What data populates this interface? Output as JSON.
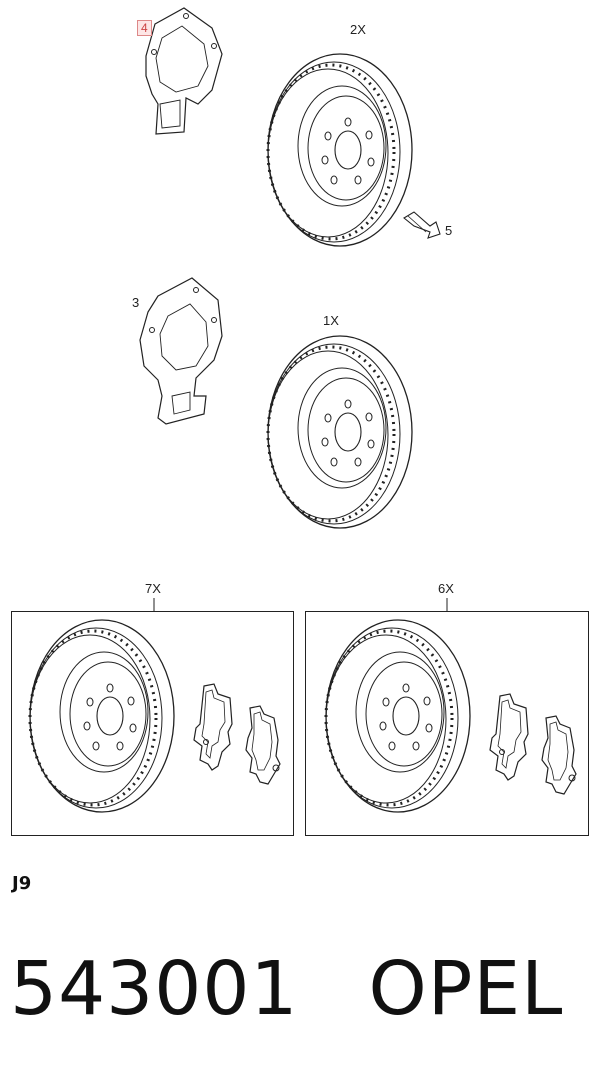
{
  "callouts": {
    "shield_top": "4",
    "disc_top": "2X",
    "screw": "5",
    "shield_mid": "3",
    "disc_mid": "1X",
    "kit_left": "7X",
    "kit_right": "6X"
  },
  "ref_code": "J9",
  "footer": {
    "part_number": "543001",
    "brand": "OPEL"
  }
}
